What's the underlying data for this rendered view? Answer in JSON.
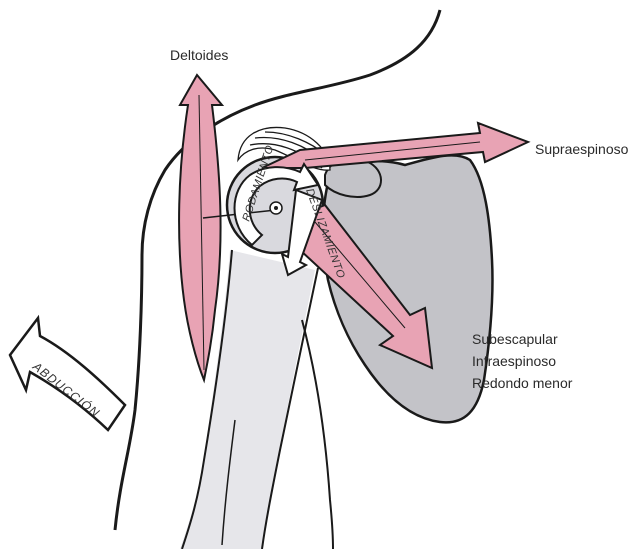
{
  "labels": {
    "deltoides": "Deltoides",
    "supraespinoso": "Supraespinoso",
    "subescapular": "Subescapular",
    "infraespinoso": "Infraespinoso",
    "redondo_menor": "Redondo menor",
    "rodamiento": "RODAMIENTO",
    "deslizamiento": "DESLIZAMIENTO",
    "abduccion": "ABDUCCIÓN"
  },
  "colors": {
    "muscle": "#e8a3b4",
    "bone": "#c3c3c8",
    "outline": "#1a1a1a",
    "arrow_fill": "#ffffff"
  }
}
